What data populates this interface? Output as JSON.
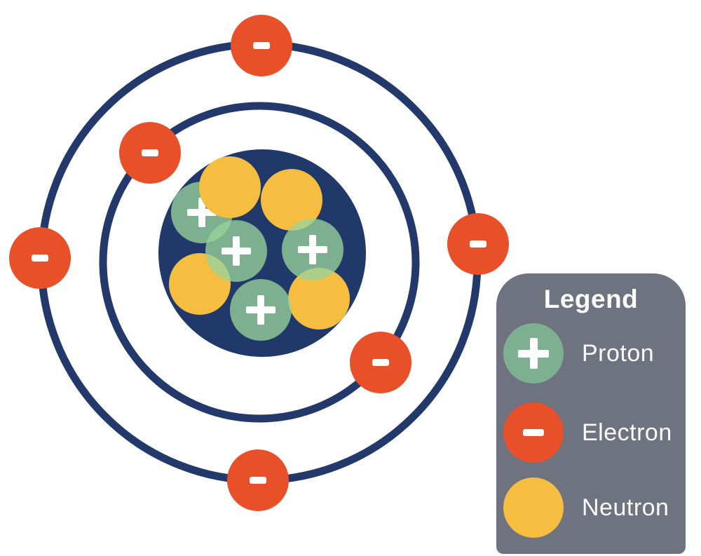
{
  "diagram": {
    "type": "bohr-model-atom",
    "background_color": "#FFFFFF",
    "shells": {
      "count": 2,
      "electrons_per_shell": [
        2,
        4
      ]
    },
    "particle_counts": {
      "protons": 4,
      "neutrons": 4,
      "electrons": 6
    },
    "symbols": {
      "proton": "+",
      "electron": "−",
      "neutron": ""
    }
  },
  "legend": {
    "title": "Legend",
    "items": [
      {
        "id": "proton",
        "label": "Proton",
        "symbol": "+",
        "color": "#7DB090"
      },
      {
        "id": "electron",
        "label": "Electron",
        "symbol": "−",
        "color": "#E8502A"
      },
      {
        "id": "neutron",
        "label": "Neutron",
        "symbol": "",
        "color": "#F5BE41"
      }
    ]
  },
  "colors": {
    "orbit_navy": "#24396B",
    "nucleus_navy": "#21386B",
    "proton_green": "#7DB090",
    "proton_overlap_light_green": "#ABCD86",
    "electron_orange": "#E8502A",
    "neutron_yellow": "#F5BE41",
    "legend_panel_gray": "#6F7380",
    "symbol_white": "#FFFFFF"
  }
}
